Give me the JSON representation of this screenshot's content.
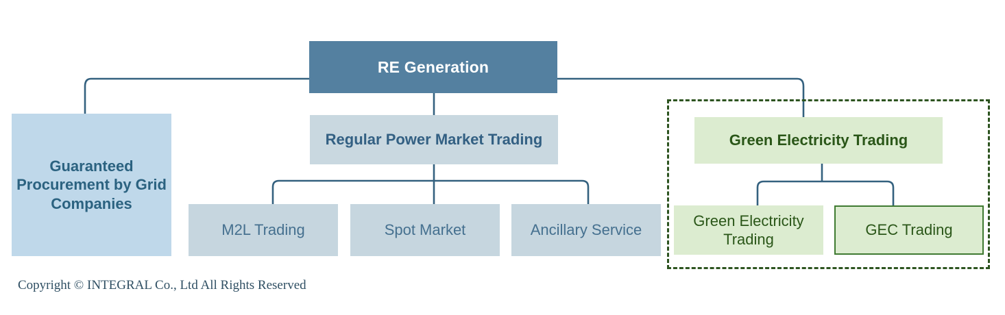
{
  "diagram": {
    "type": "tree-hierarchy",
    "root": {
      "label": "RE Generation",
      "fill": "#5480a0",
      "text_color": "#ffffff"
    },
    "branches": [
      {
        "id": "guaranteed",
        "label": "Guaranteed Procurement by Grid Companies",
        "fill": "#bfd8ea",
        "text_color": "#2b6280",
        "children": []
      },
      {
        "id": "regular",
        "label": "Regular Power Market Trading",
        "fill": "#c9d8e0",
        "text_color": "#336083",
        "children": [
          {
            "id": "m2l",
            "label": "M2L Trading",
            "fill": "#c6d6df",
            "text_color": "#45708f"
          },
          {
            "id": "spot",
            "label": "Spot Market",
            "fill": "#c6d6df",
            "text_color": "#45708f"
          },
          {
            "id": "ancillary",
            "label": "Ancillary Service",
            "fill": "#c6d6df",
            "text_color": "#45708f"
          }
        ]
      },
      {
        "id": "green",
        "label": "Green Electricity Trading",
        "fill": "#dcecd0",
        "text_color": "#2a5618",
        "highlighted": true,
        "highlight_style": "dashed-green-border",
        "children": [
          {
            "id": "green-trading",
            "label": "Green Electricity Trading",
            "fill": "#dcecd0",
            "text_color": "#2a5618",
            "border": "none"
          },
          {
            "id": "gec",
            "label": "GEC Trading",
            "fill": "#dcecd0",
            "text_color": "#2a5618",
            "border": "#3f7a31"
          }
        ]
      }
    ],
    "connector_color": "#34617f",
    "dashed_group_color": "#2d5420"
  },
  "footer": {
    "copyright": "Copyright © INTEGRAL Co., Ltd All Rights Reserved"
  }
}
